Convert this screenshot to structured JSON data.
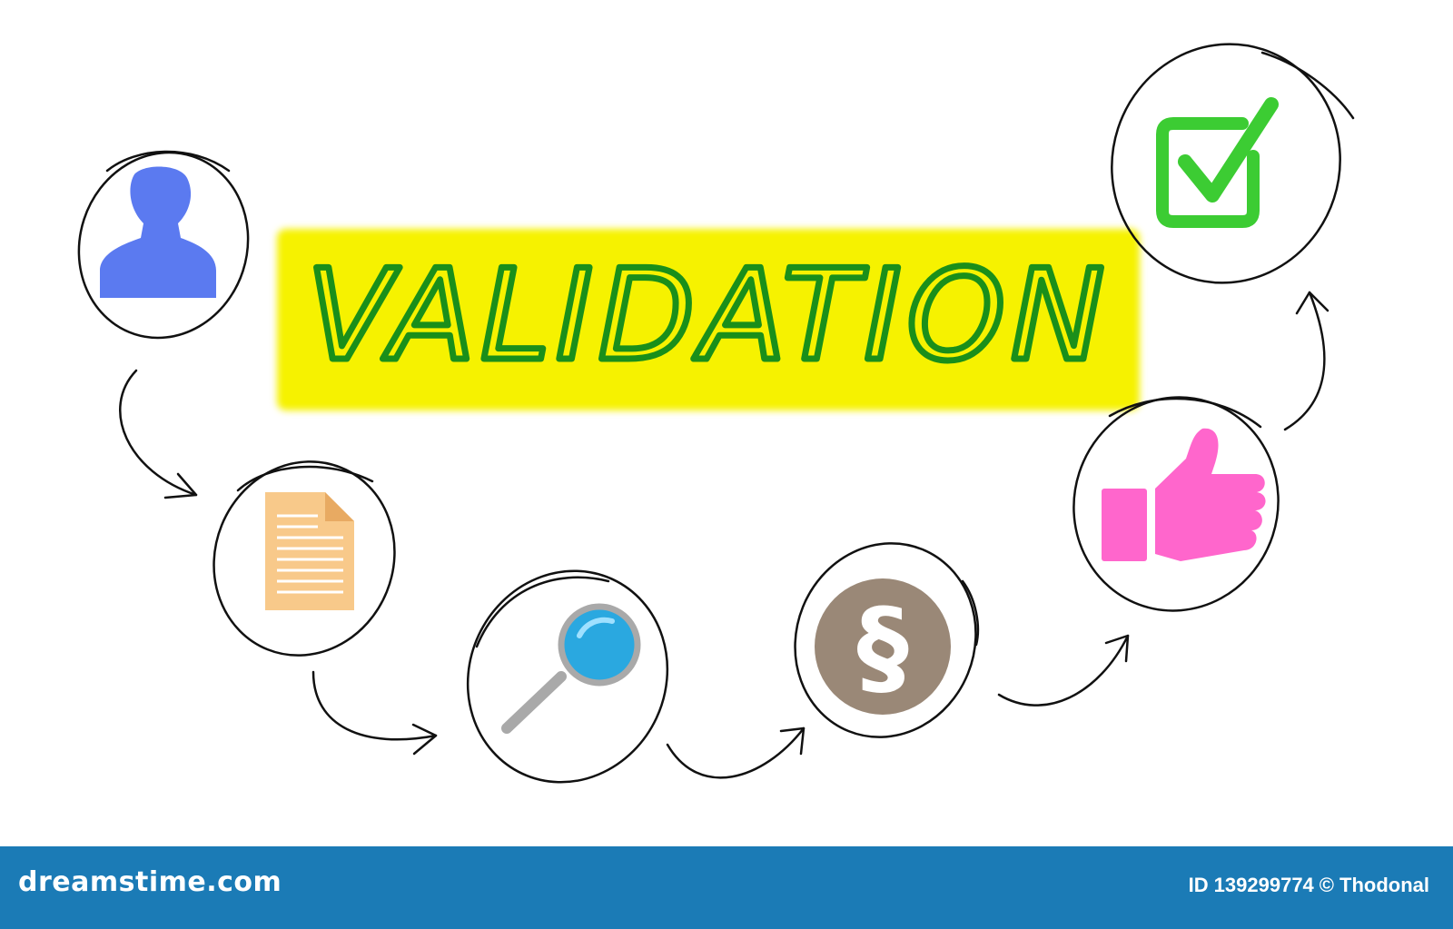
{
  "title": "VALIDATION",
  "colors": {
    "highlight": "#f6f200",
    "title_text": "#1a8f1a",
    "user": "#5b7af0",
    "document": "#f8c98a",
    "search_lens": "#2aa8e0",
    "search_handle": "#a9a9a9",
    "paragraph": "#9a8877",
    "thumbs_up": "#ff66cc",
    "check": "#3ccc33",
    "footer": "#1b7bb6"
  },
  "steps": [
    {
      "icon": "user-icon"
    },
    {
      "icon": "document-icon"
    },
    {
      "icon": "magnifier-icon"
    },
    {
      "icon": "paragraph-icon",
      "symbol": "§"
    },
    {
      "icon": "thumbs-up-icon"
    },
    {
      "icon": "checkbox-check-icon"
    }
  ],
  "footer": {
    "brand": "dreamstime.com",
    "id_label": "ID",
    "id_value": "139299774",
    "copyright_symbol": "©",
    "author": "Thodonal"
  }
}
